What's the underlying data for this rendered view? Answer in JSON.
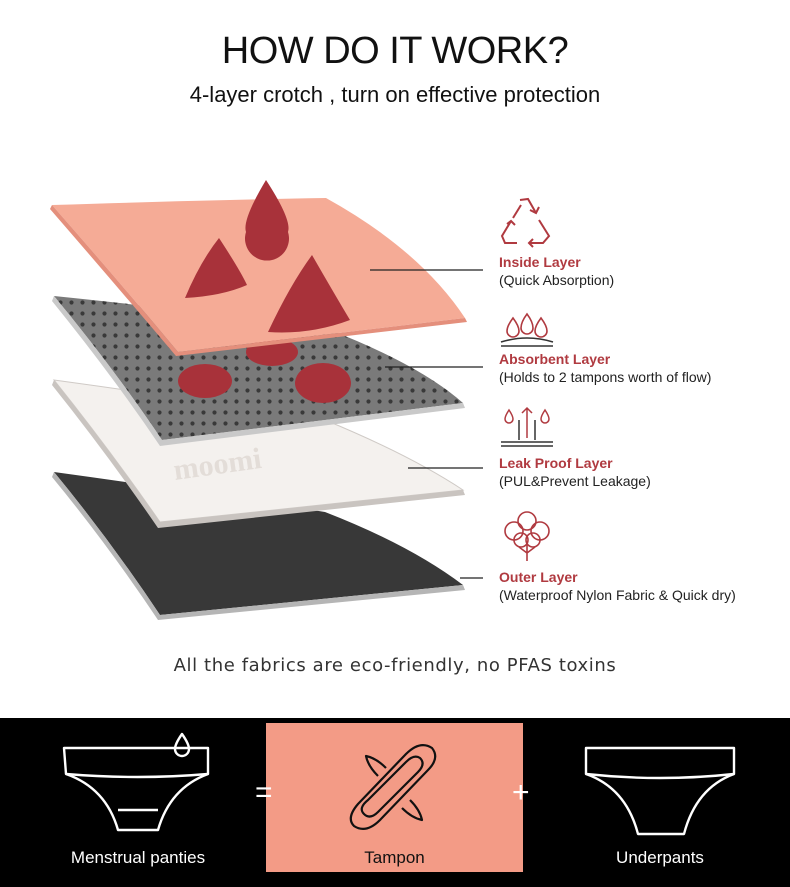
{
  "header": {
    "title": "HOW DO IT WORK?",
    "subtitle": "4-layer crotch , turn on effective protection"
  },
  "watermark": "moomi",
  "layers": [
    {
      "name": "Inside Layer",
      "desc": "(Quick Absorption)",
      "icon": "recycle-icon",
      "color": "#f5ab96"
    },
    {
      "name": "Absorbent Layer",
      "desc": "(Holds to 2 tampons worth of flow)",
      "icon": "drops-absorb-icon",
      "color": "#7a7a7a"
    },
    {
      "name": "Leak Proof Layer",
      "desc": "(PUL&Prevent Leakage)",
      "icon": "leak-proof-icon",
      "color": "#f4f1ee"
    },
    {
      "name": "Outer Layer",
      "desc": "(Waterproof Nylon Fabric & Quick dry)",
      "icon": "cotton-icon",
      "color": "#383838"
    }
  ],
  "eco_note": "All the fabrics are eco-friendly, no PFAS toxins",
  "comparison": {
    "items": [
      {
        "label": "Menstrual panties",
        "icon": "panties-drop-icon"
      },
      {
        "label": "Tampon",
        "icon": "pad-icon"
      },
      {
        "label": "Underpants",
        "icon": "underpants-icon"
      }
    ],
    "operators": [
      "=",
      "+"
    ]
  },
  "colors": {
    "accent": "#b03a40",
    "drop": "#a8323a",
    "tampon_bg": "#f39b86",
    "band": "#000000"
  }
}
